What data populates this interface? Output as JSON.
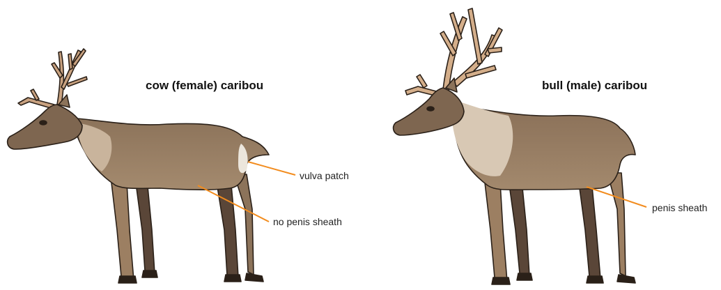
{
  "titles": {
    "female": "cow (female) caribou",
    "male": "bull (male) caribou"
  },
  "labels": {
    "vulva_patch": "vulva patch",
    "no_penis_sheath": "no penis sheath",
    "penis_sheath": "penis sheath"
  },
  "colors": {
    "body": "#9c7f62",
    "body_dark": "#6e5846",
    "neck_light": "#d8c8b4",
    "legs": "#5a4638",
    "antler": "#c9a280",
    "leader_line": "#f28c1e",
    "outline": "#2a2018"
  }
}
